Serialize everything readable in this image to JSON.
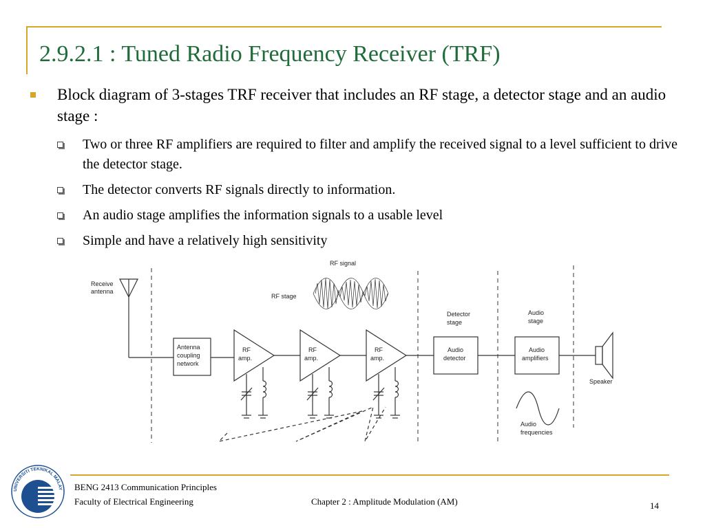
{
  "slide": {
    "title": "2.9.2.1 : Tuned Radio Frequency Receiver (TRF)",
    "bullet_main": "Block diagram of 3-stages TRF receiver that includes an RF stage, a detector stage and an audio stage :",
    "sub_bullets": [
      "Two or three RF amplifiers are required to filter and amplify the received signal to a level sufficient to drive the detector stage.",
      "The detector converts RF signals directly to information.",
      "An audio stage amplifies the information signals to a usable level",
      "Simple and have a relatively high sensitivity"
    ]
  },
  "diagram": {
    "receive_antenna_1": "Receive",
    "receive_antenna_2": "antenna",
    "rf_signal": "RF signal",
    "rf_stage": "RF stage",
    "detector_stage_1": "Detector",
    "detector_stage_2": "stage",
    "audio_stage_1": "Audio",
    "audio_stage_2": "stage",
    "antenna_coupling_1": "Antenna",
    "antenna_coupling_2": "coupling",
    "antenna_coupling_3": "network",
    "rf_amp_1": "RF",
    "rf_amp_2": "amp.",
    "audio_detector_1": "Audio",
    "audio_detector_2": "detector",
    "audio_amplifiers_1": "Audio",
    "audio_amplifiers_2": "amplifiers",
    "speaker": "Speaker",
    "audio_frequencies_1": "Audio",
    "audio_frequencies_2": "frequencies"
  },
  "footer": {
    "course": "BENG 2413 Communication Principles",
    "faculty": "Faculty of  Electrical Engineering",
    "chapter": "Chapter 2 : Amplitude Modulation (AM)",
    "page_number": "14",
    "logo_text": "UNIVERSITI TEKNIKAL MALAYSIA MELAKA"
  },
  "colors": {
    "accent": "#d4a62a",
    "title": "#1f6b3a",
    "logo_blue": "#1d4f91"
  }
}
